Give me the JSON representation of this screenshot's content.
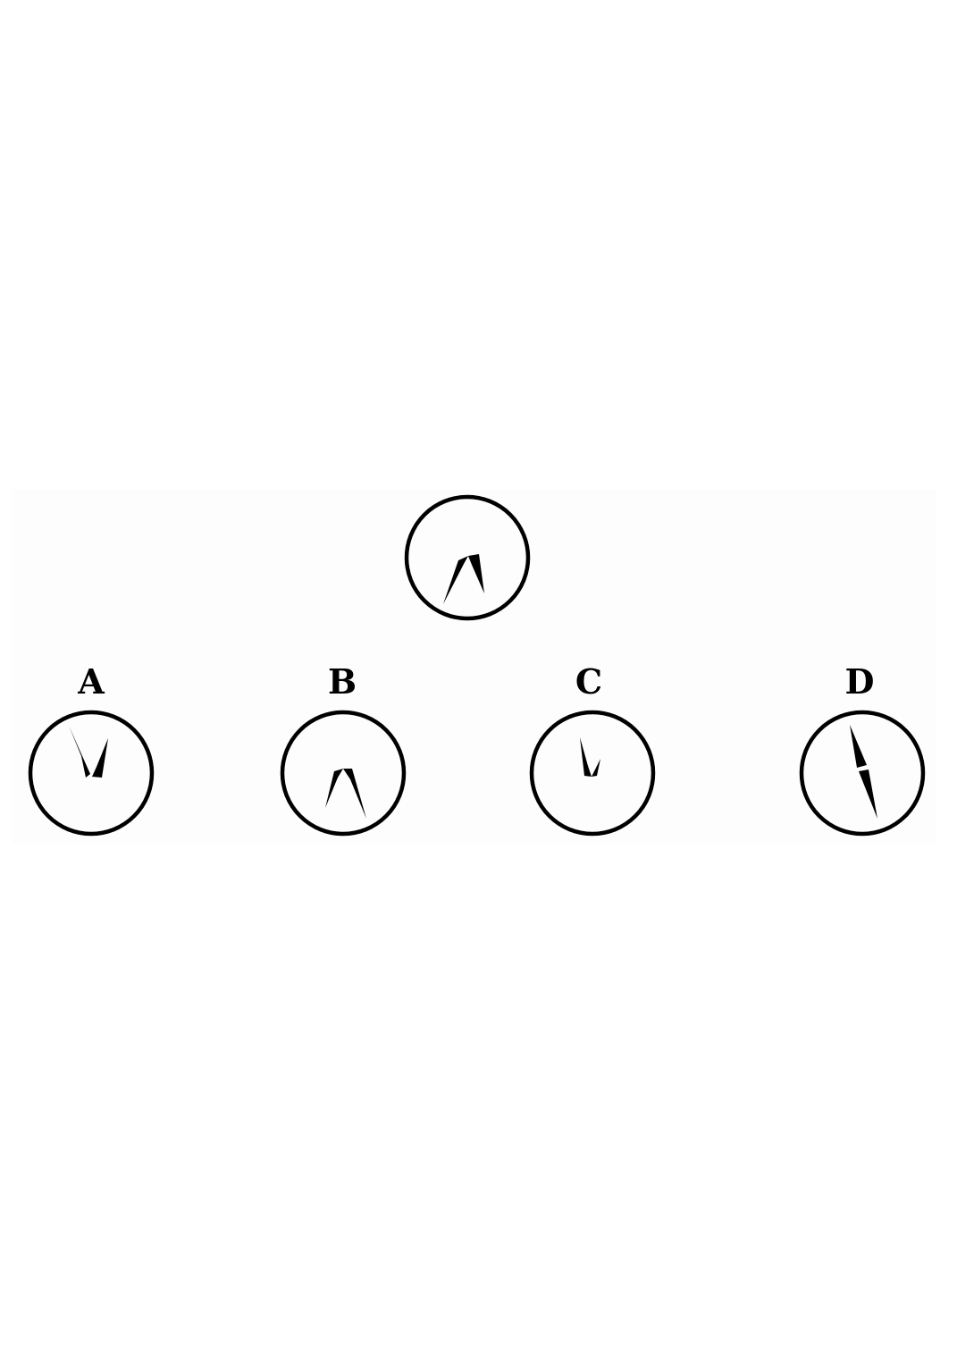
{
  "figure": {
    "reference": {
      "name": "reference-clock"
    },
    "options": [
      {
        "label": "A"
      },
      {
        "label": "B"
      },
      {
        "label": "C"
      },
      {
        "label": "D"
      }
    ]
  }
}
